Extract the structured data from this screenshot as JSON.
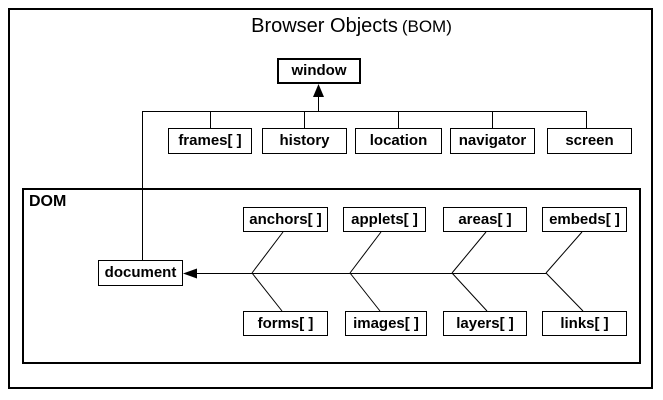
{
  "title": {
    "main": "Browser Objects",
    "suffix": "(BOM)"
  },
  "bom": {
    "window": "window",
    "children": {
      "frames": "frames[ ]",
      "history": "history",
      "location": "location",
      "navigator": "navigator",
      "screen": "screen"
    }
  },
  "dom": {
    "label": "DOM",
    "document": "document",
    "top_row": {
      "anchors": "anchors[ ]",
      "applets": "applets[ ]",
      "areas": "areas[ ]",
      "embeds": "embeds[ ]"
    },
    "bottom_row": {
      "forms": "forms[ ]",
      "images": "images[ ]",
      "layers": "layers[ ]",
      "links": "links[ ]"
    }
  },
  "colors": {
    "line": "#000000",
    "background": "#ffffff"
  }
}
